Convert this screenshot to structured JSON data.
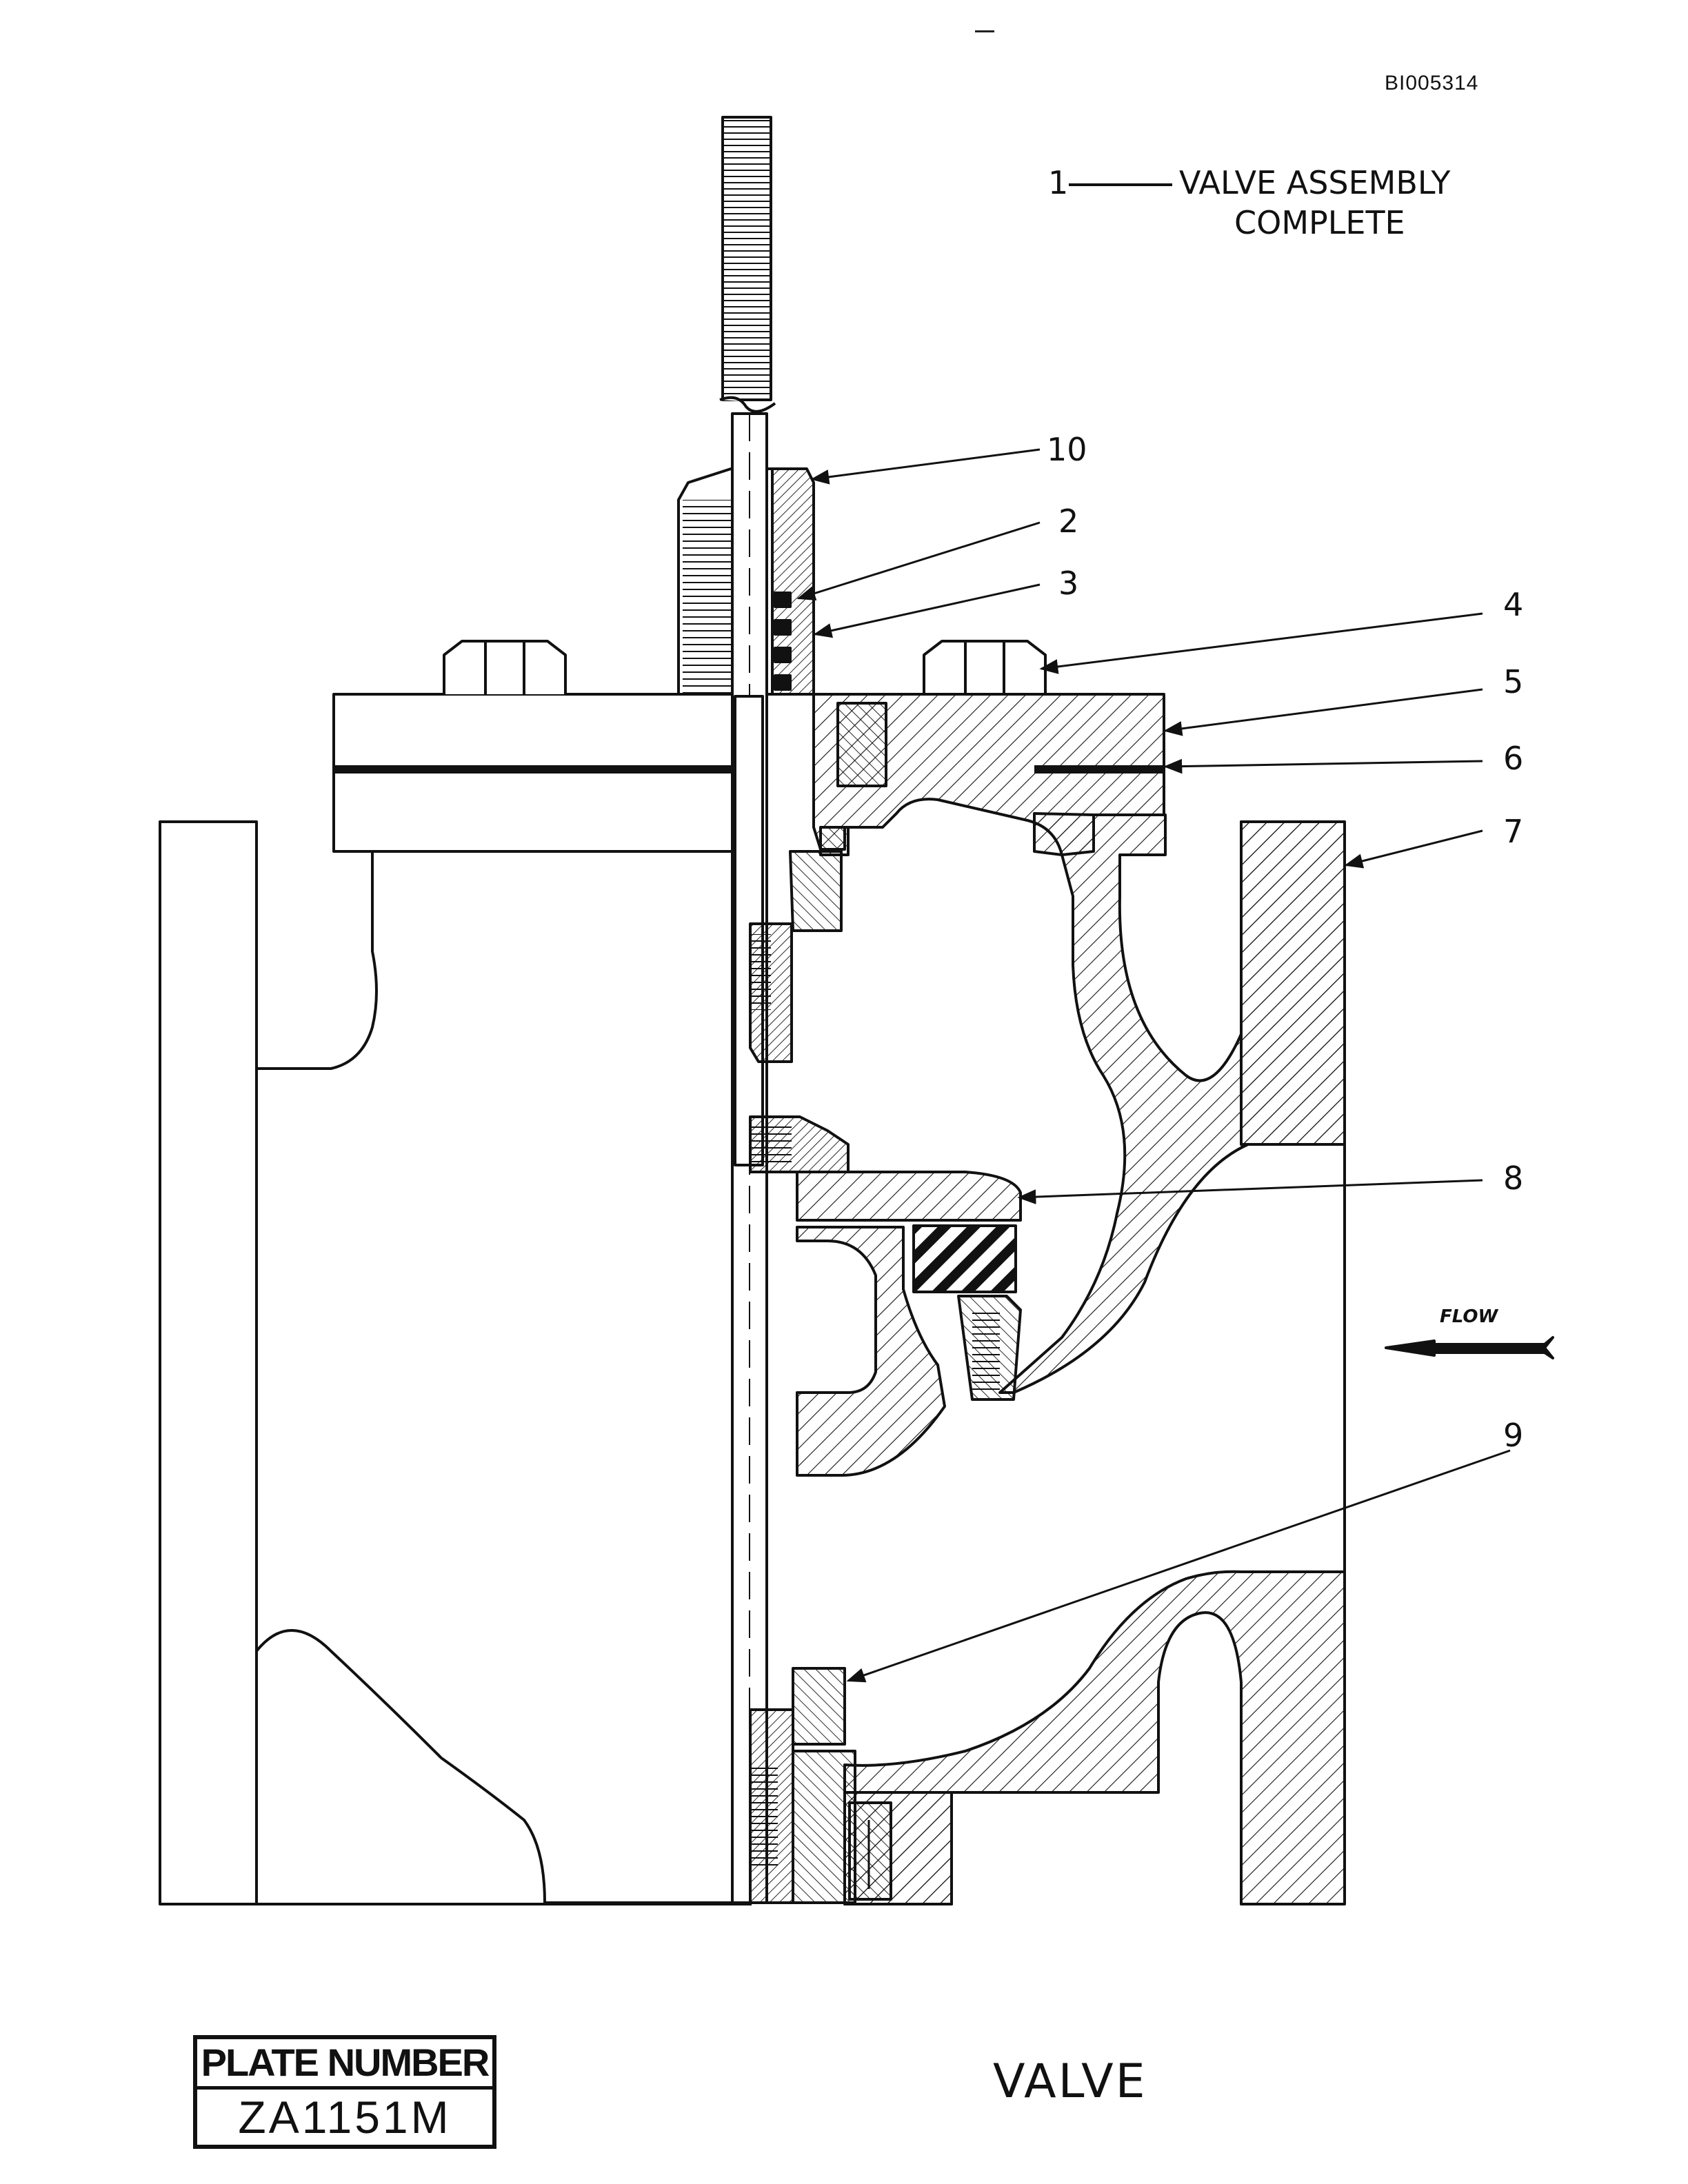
{
  "document_id": "BI005314",
  "legend": {
    "item_number": "1",
    "line1": "VALVE ASSEMBLY",
    "line2": "COMPLETE"
  },
  "callouts": [
    "10",
    "2",
    "3",
    "4",
    "5",
    "6",
    "7",
    "8",
    "9"
  ],
  "flow_label": "FLOW",
  "plate": {
    "label": "PLATE NUMBER",
    "number": "ZA1151M"
  },
  "title": "VALVE"
}
